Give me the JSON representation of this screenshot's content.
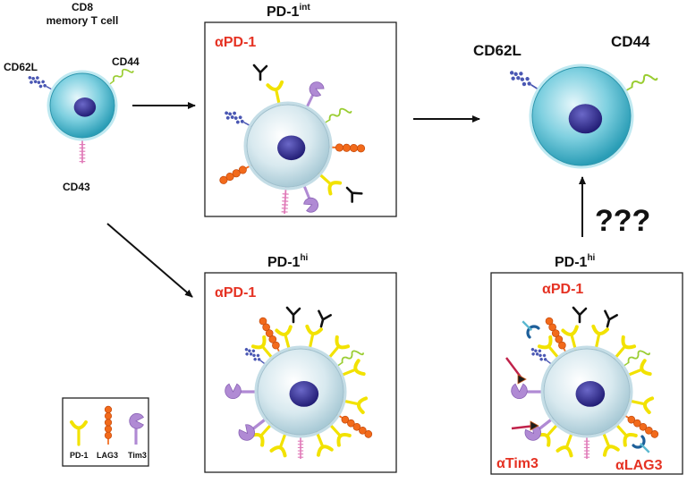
{
  "colors": {
    "cell": "#5fc4d6",
    "cell_pale": "#cfe3ea",
    "nucleus": "#2f2a8c",
    "pd1": "#f2e200",
    "lag3": "#f26a1b",
    "tim3": "#b08ad4",
    "cd62l": "#4a57b3",
    "cd44": "#9acd32",
    "cd43": "#e07ab8",
    "antibody": "#111111",
    "alpha_label": "#e53223",
    "tim3_blocker": "#c0224a",
    "lag3_blocker": "#5ab8d0"
  },
  "naive": {
    "title_line1": "CD8",
    "title_line2": "memory T cell",
    "cd62l": "CD62L",
    "cd44": "CD44",
    "cd43": "CD43"
  },
  "int_box": {
    "title": "PD-1",
    "title_sup": "int",
    "antibody": "αPD-1"
  },
  "hi_box": {
    "title": "PD-1",
    "title_sup": "hi",
    "antibody": "αPD-1"
  },
  "result": {
    "cd62l": "CD62L",
    "cd44": "CD44",
    "question": "???"
  },
  "combo_box": {
    "title": "PD-1",
    "title_sup": "hi",
    "antibody": "αPD-1",
    "tim3_antibody": "αTim3",
    "lag3_antibody": "αLAG3"
  },
  "legend": {
    "pd1": "PD-1",
    "lag3": "LAG3",
    "tim3": "Tim3"
  }
}
